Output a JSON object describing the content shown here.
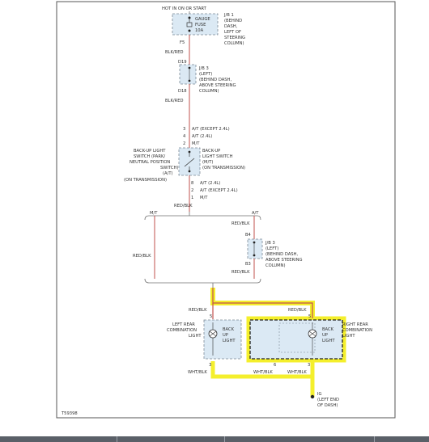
{
  "colors": {
    "wire": "#c0504d",
    "highlight_yellow": "#f4ef2c",
    "highlight_border": "#e8e010",
    "component_fill": "#dbe9f4",
    "component_border": "#7a8894",
    "line": "#707070",
    "bottom_bar": "#5a6068"
  },
  "labels": {
    "hot": "HOT IN ON OR START",
    "jb1": [
      "J/B 1",
      "(BEHIND",
      "DASH,",
      "LEFT OF",
      "STEERING",
      "COLUMN)"
    ],
    "gauge_fuse": [
      "GAUGE",
      "FUSE",
      "10A"
    ],
    "f5": "F5",
    "blk_red_1": "BLK/RED",
    "d19": "D19",
    "jb3_top": [
      "J/B 3",
      "(LEFT)",
      "(BEHIND DASH,",
      "ABOVE STEERING",
      "COLUMN)"
    ],
    "d18": "D18",
    "blk_red_2": "BLK/RED",
    "pin_top_3": "3",
    "pin_top_3_label": "A/T (EXCEPT 2.4L)",
    "pin_top_4": "4",
    "pin_top_4_label": "A/T (2.4L)",
    "pin_top_2": "2",
    "pin_top_2_label": "M/T",
    "switch_left": [
      "BACK-UP LIGHT",
      "SWITCH (PARK/",
      "NEUTRAL POSITION",
      "SWITCH)",
      "(A/T)",
      "(ON TRANSMISSION)"
    ],
    "switch_right": [
      "BACK-UP",
      "LIGHT SWITCH",
      "(M/T)",
      "(ON TRANSMISSION)"
    ],
    "pin_bot_8": "8",
    "pin_bot_8_label": "A/T (2.4L)",
    "pin_bot_2": "2",
    "pin_bot_2_label": "A/T (EXCEPT 2.4L)",
    "pin_bot_1": "1",
    "pin_bot_1_label": "M/T",
    "red_blk_center": "RED/BLK",
    "mt": "M/T",
    "at": "A/T",
    "red_blk_left": "RED/BLK",
    "red_blk_right_top": "RED/BLK",
    "b4": "B4",
    "jb3_bottom": [
      "J/B 3",
      "(LEFT)",
      "(BEHIND DASH,",
      "ABOVE STEERING",
      "COLUMN)"
    ],
    "b3": "B3",
    "red_blk_right_bot": "RED/BLK",
    "red_blk_lr": "RED/BLK",
    "red_blk_rr": "RED/BLK",
    "left_rear": [
      "LEFT REAR",
      "COMBINATION",
      "LIGHT"
    ],
    "backup_light_left": [
      "BACK",
      "UP",
      "LIGHT"
    ],
    "backup_light_right": [
      "BACK",
      "UP",
      "LIGHT"
    ],
    "right_rear": [
      "RIGHT REAR",
      "COMBINATION",
      "LIGHT"
    ],
    "pin_5_left": "5",
    "pin_5_right": "5",
    "pin_3_left": "3",
    "pin_6": "6",
    "pin_3_right": "3",
    "wht_blk_1": "WHT/BLK",
    "wht_blk_2": "WHT/BLK",
    "wht_blk_3": "WHT/BLK",
    "ig": [
      "IG",
      "(LEFT END",
      "OF DASH)"
    ],
    "figure_id": "T59398"
  }
}
